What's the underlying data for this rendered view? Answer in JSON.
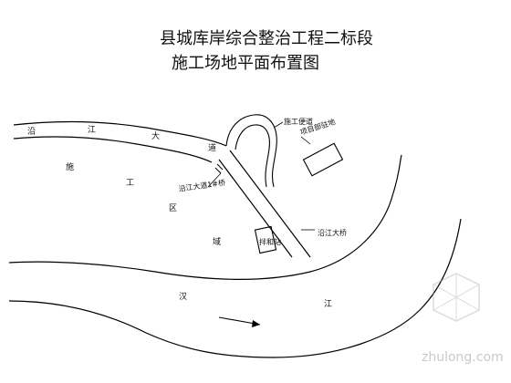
{
  "title": {
    "line1": "县城库岸综合整治工程二标段",
    "line2": "施工场地平面布置图"
  },
  "labels": {
    "road_chars": [
      "沿",
      "江",
      "大",
      "道"
    ],
    "site_chars": [
      "施",
      "工",
      "区",
      "域"
    ],
    "river_chars": [
      "汉",
      "江"
    ],
    "construction_road": "施工便道",
    "project_dept": "项目部驻地",
    "bridge_1": "沿江大道1#桥",
    "bridge_2": "沿江大桥",
    "mixing_station": "拌和站"
  },
  "watermark": {
    "text": "zhulong.com"
  }
}
